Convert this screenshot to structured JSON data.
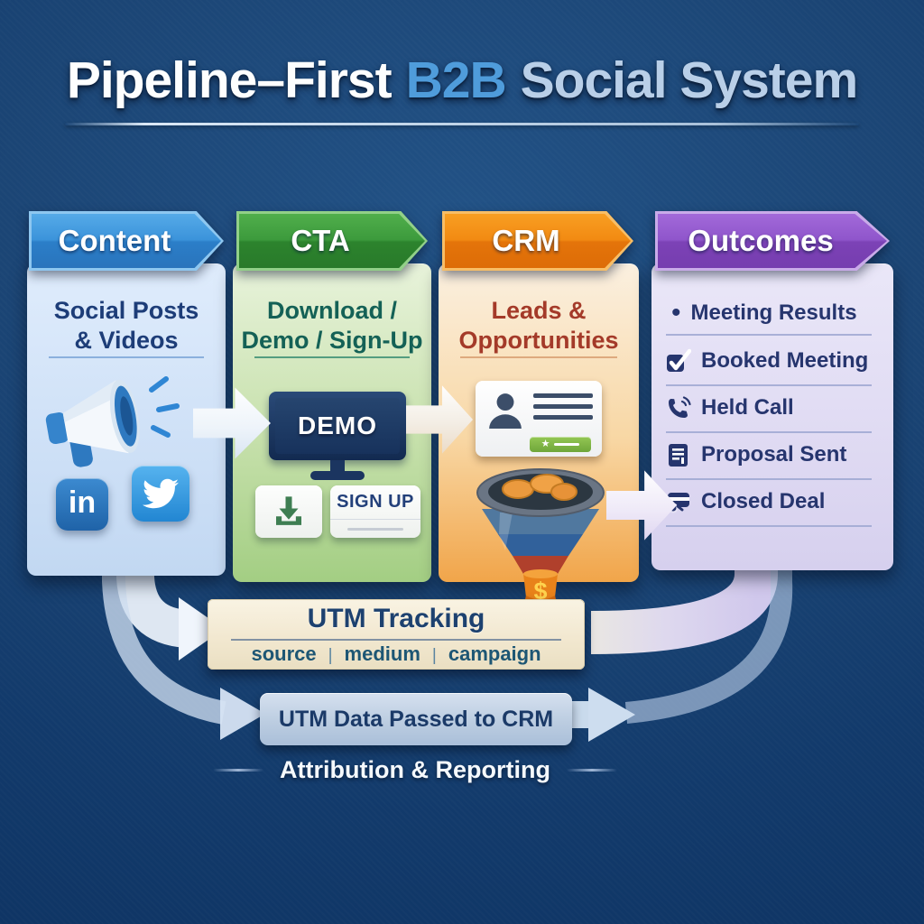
{
  "title": {
    "part1": "Pipeline–First",
    "part2": "B2B",
    "part3": "Social System"
  },
  "columns": [
    {
      "header": "Content",
      "subtitle_line1": "Social Posts",
      "subtitle_line2": "& Videos",
      "linkedin_label": "in",
      "icons": [
        "megaphone-icon",
        "linkedin-icon",
        "twitter-bird-icon"
      ]
    },
    {
      "header": "CTA",
      "subtitle_line1": "Download /",
      "subtitle_line2": "Demo / Sign-Up",
      "demo_label": "DEMO",
      "signup_label": "SIGN UP",
      "icons": [
        "monitor-demo-icon",
        "download-tray-icon",
        "signup-button"
      ]
    },
    {
      "header": "CRM",
      "subtitle_line1": "Leads &",
      "subtitle_line2": "Opportunities",
      "funnel_symbol": "$",
      "icons": [
        "contact-card-icon",
        "sales-funnel-icon",
        "coins-icon"
      ]
    },
    {
      "header": "Outcomes",
      "bullet": "•",
      "items": [
        {
          "icon": "bullet",
          "label": "Meeting Results"
        },
        {
          "icon": "checkbox-check-icon",
          "label": "Booked Meeting"
        },
        {
          "icon": "phone-call-icon",
          "label": "Held Call"
        },
        {
          "icon": "document-lines-icon",
          "label": "Proposal Sent"
        },
        {
          "icon": "deal-card-icon",
          "label": "Closed Deal"
        }
      ]
    }
  ],
  "utm_tracking": {
    "title": "UTM Tracking",
    "params": [
      "source",
      "medium",
      "campaign"
    ],
    "separator": "|"
  },
  "utm_pass": {
    "label": "UTM Data Passed to CRM"
  },
  "footer": {
    "label": "Attribution & Reporting"
  },
  "colors": {
    "background_navy": "#123a6b",
    "content_blue": "#3b93da",
    "cta_green": "#3c9a3c",
    "crm_orange": "#f28a12",
    "outcomes_purple": "#8f55cb",
    "title_b2b_blue": "#4f9cdb",
    "title_pale_blue": "#b9cfe8",
    "utm_box_cream": "#f2e8d0",
    "pill_blue": "#bccde1",
    "dark_text_navy": "#26356e",
    "cta_text_green": "#146156",
    "crm_text_red": "#a43a29"
  }
}
